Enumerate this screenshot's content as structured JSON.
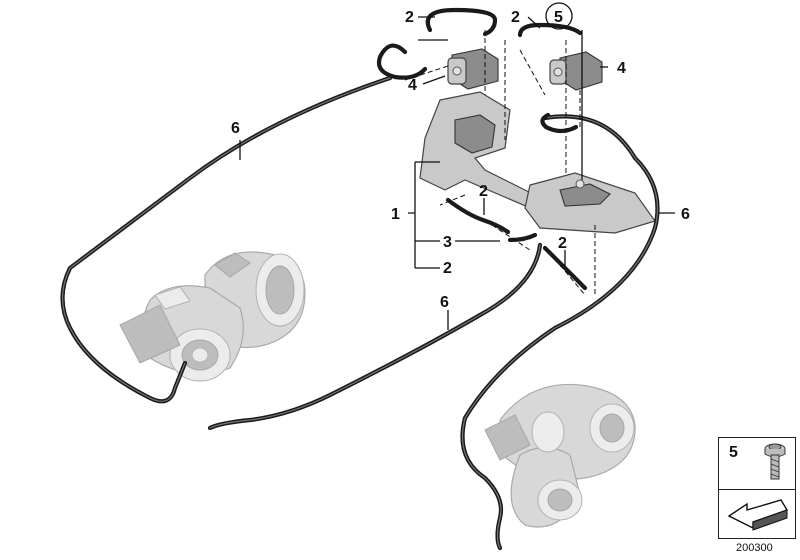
{
  "callouts": {
    "c1": "1",
    "c2a": "2",
    "c2b": "2",
    "c2c": "2",
    "c2d": "2",
    "c2e": "2",
    "c3": "3",
    "c4a": "4",
    "c4b": "4",
    "c5": "5",
    "c6a": "6",
    "c6b": "6",
    "c6c": "6"
  },
  "legend": {
    "number": "5"
  },
  "diagram_code": "200300",
  "colors": {
    "line": "#111111",
    "part": "#c9c9c9",
    "turbo": "#d8d8d8"
  }
}
